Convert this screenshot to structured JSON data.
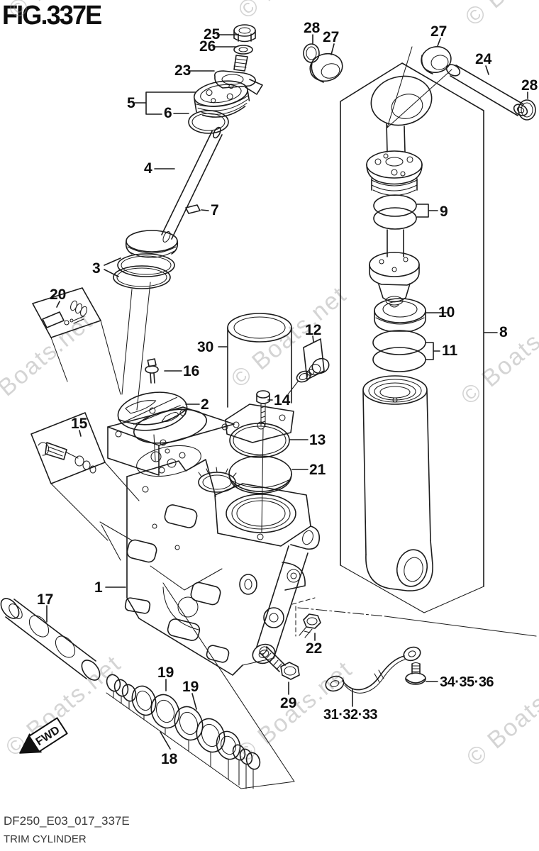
{
  "figure": {
    "title": "FIG.337E",
    "part_code": "DF250_E03_017_337E",
    "part_name": "TRIM CYLINDER"
  },
  "watermark": {
    "text": "© Boats.net"
  },
  "fwd_arrow": {
    "label": "FWD"
  },
  "labels": {
    "n1": "1",
    "n2": "2",
    "n3": "3",
    "n4": "4",
    "n5": "5",
    "n6": "6",
    "n7": "7",
    "n8": "8",
    "n9": "9",
    "n10": "10",
    "n11": "11",
    "n12": "12",
    "n13": "13",
    "n14": "14",
    "n15": "15",
    "n16": "16",
    "n17": "17",
    "n18": "18",
    "n19a": "19",
    "n19b": "19",
    "n20": "20",
    "n21": "21",
    "n22": "22",
    "n23": "23",
    "n24": "24",
    "n25": "25",
    "n26": "26",
    "n27a": "27",
    "n27b": "27",
    "n28a": "28",
    "n28b": "28",
    "n29": "29",
    "n30": "30",
    "n31_33": "31·32·33",
    "n34_36": "34·35·36"
  }
}
